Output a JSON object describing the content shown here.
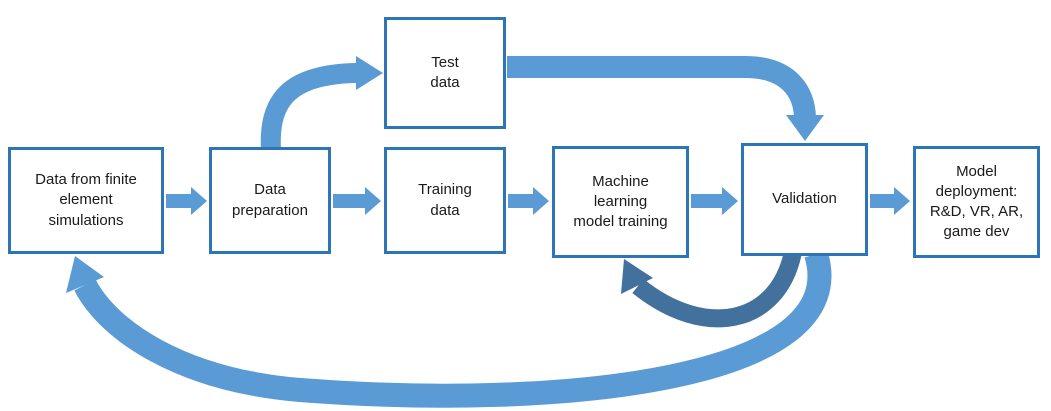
{
  "diagram": {
    "type": "flowchart",
    "nodes": [
      {
        "id": "fe-data",
        "label": "Data from finite\nelement\nsimulations"
      },
      {
        "id": "data-prep",
        "label": "Data\npreparation"
      },
      {
        "id": "test-data",
        "label": "Test\ndata"
      },
      {
        "id": "training-data",
        "label": "Training\ndata"
      },
      {
        "id": "ml-training",
        "label": "Machine\nlearning\nmodel training"
      },
      {
        "id": "validation",
        "label": "Validation"
      },
      {
        "id": "deployment",
        "label": "Model\ndeployment:\nR&D, VR, AR,\ngame dev"
      }
    ],
    "edges": [
      {
        "from": "fe-data",
        "to": "data-prep",
        "style": "block-arrow"
      },
      {
        "from": "data-prep",
        "to": "training-data",
        "style": "block-arrow"
      },
      {
        "from": "data-prep",
        "to": "test-data",
        "style": "curved"
      },
      {
        "from": "test-data",
        "to": "validation",
        "style": "curved"
      },
      {
        "from": "training-data",
        "to": "ml-training",
        "style": "block-arrow"
      },
      {
        "from": "ml-training",
        "to": "validation",
        "style": "block-arrow"
      },
      {
        "from": "validation",
        "to": "deployment",
        "style": "block-arrow"
      },
      {
        "from": "validation",
        "to": "ml-training",
        "style": "feedback-curved-dark"
      },
      {
        "from": "validation",
        "to": "fe-data",
        "style": "feedback-curved-light"
      }
    ],
    "colors": {
      "box_border": "#2e75b6",
      "arrow": "#5b9bd5",
      "arrow_dark": "#41719c",
      "background": "#ffffff"
    }
  }
}
